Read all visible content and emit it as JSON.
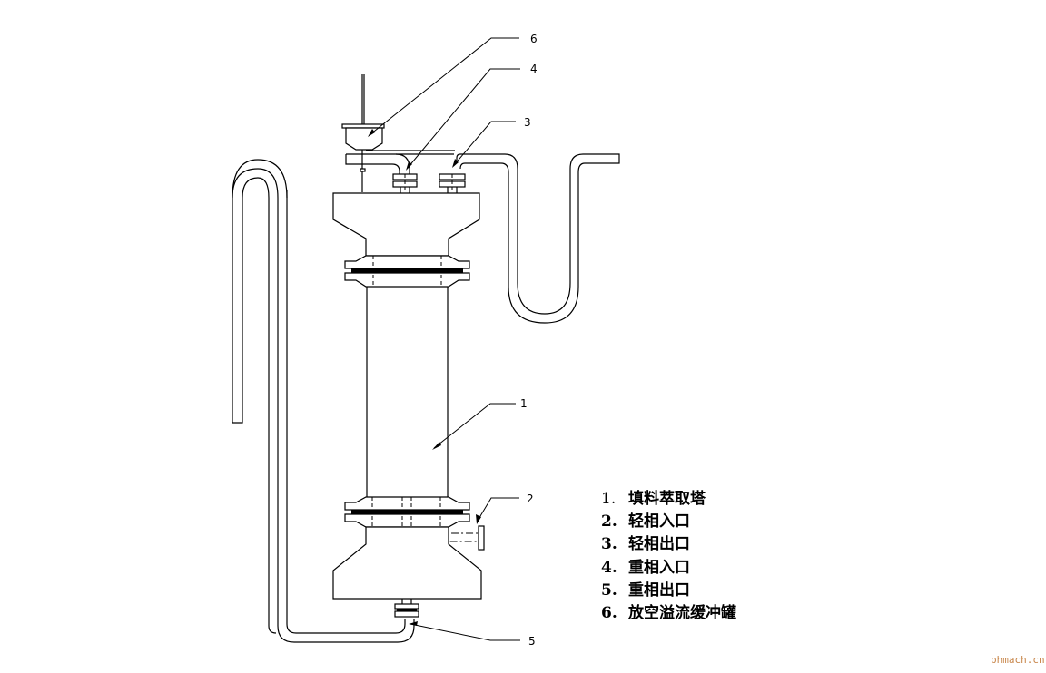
{
  "diagram": {
    "title": "Packed extraction tower schematic",
    "callouts": [
      {
        "id": "1",
        "label": "1"
      },
      {
        "id": "2",
        "label": "2"
      },
      {
        "id": "3",
        "label": "3"
      },
      {
        "id": "4",
        "label": "4"
      },
      {
        "id": "5",
        "label": "5"
      },
      {
        "id": "6",
        "label": "6"
      }
    ],
    "legend": [
      {
        "num": "1.",
        "text": "填料萃取塔"
      },
      {
        "num": "2.",
        "text": "轻相入口"
      },
      {
        "num": "3.",
        "text": "轻相出口"
      },
      {
        "num": "4.",
        "text": "重相入口"
      },
      {
        "num": "5.",
        "text": "重相出口"
      },
      {
        "num": "6.",
        "text": "放空溢流缓冲罐"
      }
    ],
    "watermark": "phmach.cn",
    "colors": {
      "line": "#000000",
      "background": "#ffffff",
      "watermark": "#c8864a"
    }
  }
}
